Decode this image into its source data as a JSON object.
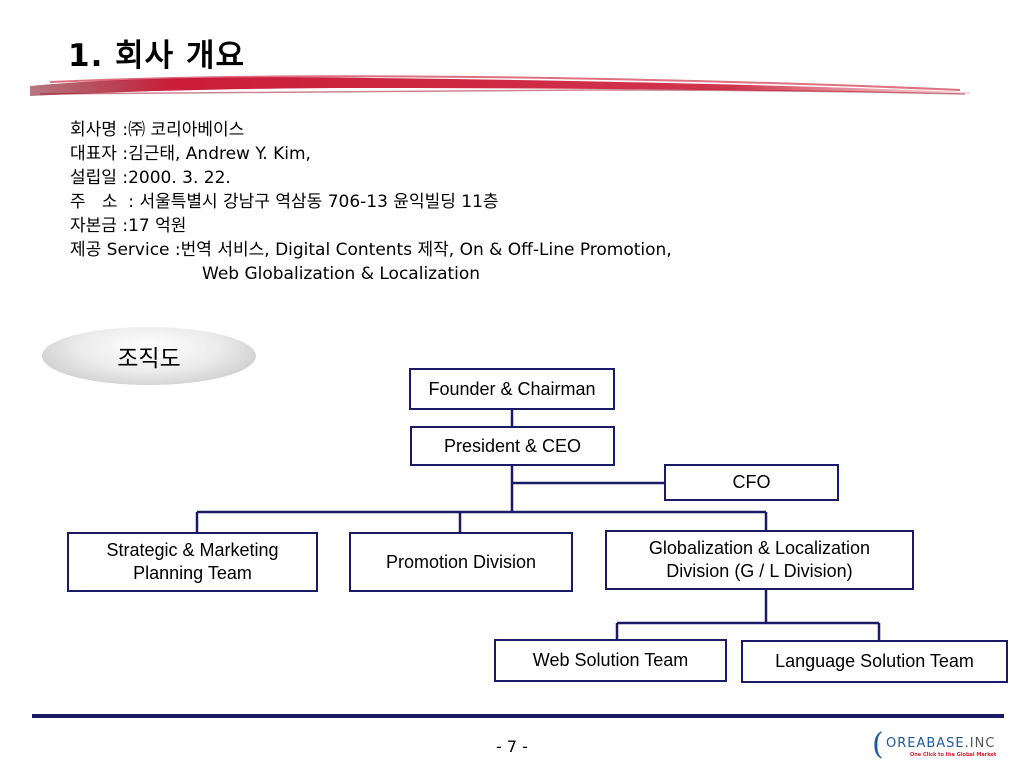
{
  "title": "1. 회사 개요",
  "info": {
    "company": {
      "label": "회사명 : ",
      "value": "㈜ 코리아베이스"
    },
    "ceo": {
      "label": "대표자 : ",
      "value": "김근태, Andrew Y. Kim,"
    },
    "founded": {
      "label": "설립일 : ",
      "value": "2000. 3. 22."
    },
    "address": {
      "label": "주   소  : ",
      "value": "서울특별시 강남구 역삼동 706-13 윤익빌딩 11층"
    },
    "capital": {
      "label": "자본금 : ",
      "value": "17 억원"
    },
    "service": {
      "label": "제공 Service : ",
      "value": "번역 서비스, Digital Contents 제작, On & Off-Line Promotion,",
      "value2": "Web Globalization & Localization"
    }
  },
  "org_chart": {
    "heading": "조직도",
    "founder": "Founder & Chairman",
    "president": "President & CEO",
    "cfo": "CFO",
    "strategic": "Strategic & Marketing\nPlanning Team",
    "promotion": "Promotion Division",
    "globalization": "Globalization & Localization\nDivision (G / L Division)",
    "web_solution": "Web Solution Team",
    "language_solution": "Language Solution Team"
  },
  "footer": {
    "page_number": "- 7 -",
    "logo_mark": "(",
    "logo_name": "OREABASE",
    "logo_inc": ".INC",
    "logo_tagline": "One Click to the Global Market"
  },
  "colors": {
    "box_border": "#1a1a66",
    "brush": "#c8102e",
    "rule": "#1a1a66"
  }
}
